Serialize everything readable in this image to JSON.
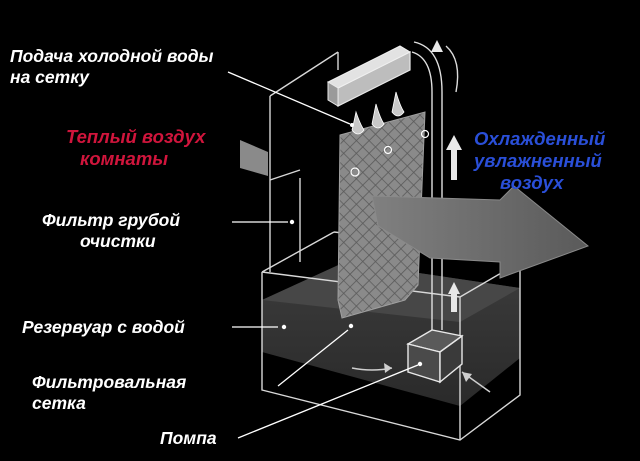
{
  "labels": {
    "cold_water_supply": [
      "Подача холодной воды",
      "на сетку"
    ],
    "warm_room_air": [
      "Теплый воздух",
      "комнаты"
    ],
    "cooled_humid_air": [
      "Охлажденный",
      "увлажненный",
      "воздух"
    ],
    "coarse_filter": [
      "Фильтр грубой",
      "очистки"
    ],
    "water_reservoir": [
      "Резервуар с водой"
    ],
    "filter_mesh": [
      "Фильтровальная",
      "сетка"
    ],
    "pump": [
      "Помпа"
    ]
  },
  "colors": {
    "background": "#000000",
    "label_text": "#ffffff",
    "warm_air_text": "#d0153c",
    "cooled_air_text": "#2a4fd8",
    "leader_lines": "#ffffff",
    "box_outline": "#d8d8d8",
    "water": "#3a3a3a",
    "arrow_fill": "#6e6e6e"
  },
  "icons": [
    "warm-air-arrow-icon",
    "cool-air-arrow-icon",
    "water-up-arrow-icon",
    "pump-icon"
  ]
}
